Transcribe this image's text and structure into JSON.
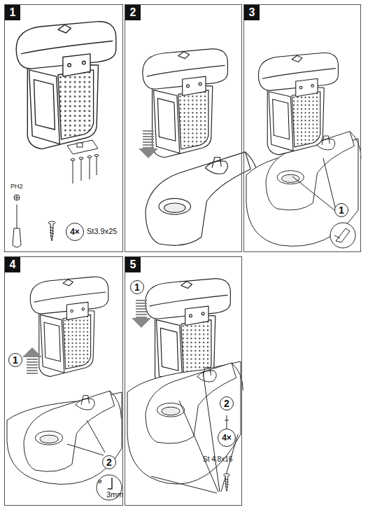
{
  "diagram": {
    "nodes": [
      {
        "text": [
          "1"
        ]
      },
      {
        "text": [
          "4×"
        ],
        "in": 0
      },
      {
        "text": [
          "2"
        ]
      },
      {
        "text": [
          "3"
        ]
      },
      {
        "text": [
          "1"
        ],
        "in": 3
      },
      {
        "text": [
          "4"
        ]
      },
      {
        "text": [
          "1"
        ],
        "in": 5
      },
      {
        "text": [
          "2"
        ],
        "in": 5
      },
      {
        "text": [
          "5"
        ]
      },
      {
        "text": [
          "1"
        ],
        "in": 8
      },
      {
        "text": [
          "2"
        ],
        "in": 8
      },
      {
        "text": [
          "4×"
        ],
        "in": 8
      }
    ],
    "labels": [
      "PH2",
      "St3.9x25",
      "ø",
      "3mm",
      "St 4.8x16"
    ]
  }
}
